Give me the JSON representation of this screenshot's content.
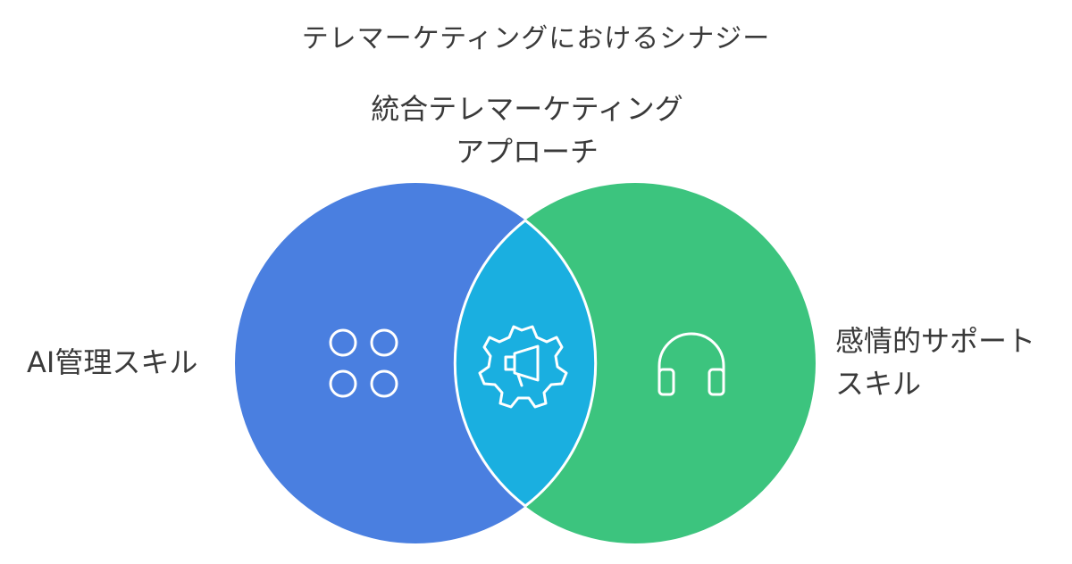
{
  "title": "テレマーケティングにおけるシナジー",
  "sets": {
    "left": {
      "label": "AI管理スキル",
      "color": "#4A7FE0",
      "icon": "grid-circles-icon"
    },
    "right": {
      "label_lines": [
        "感情的サポート",
        "スキル"
      ],
      "color": "#3CC47E",
      "icon": "headphones-icon"
    },
    "intersection": {
      "label_lines": [
        "統合テレマーケティング",
        "アプローチ"
      ],
      "color": "#1AAFE0",
      "icon": "megaphone-gear-icon"
    }
  },
  "outline_color": "#ffffff"
}
